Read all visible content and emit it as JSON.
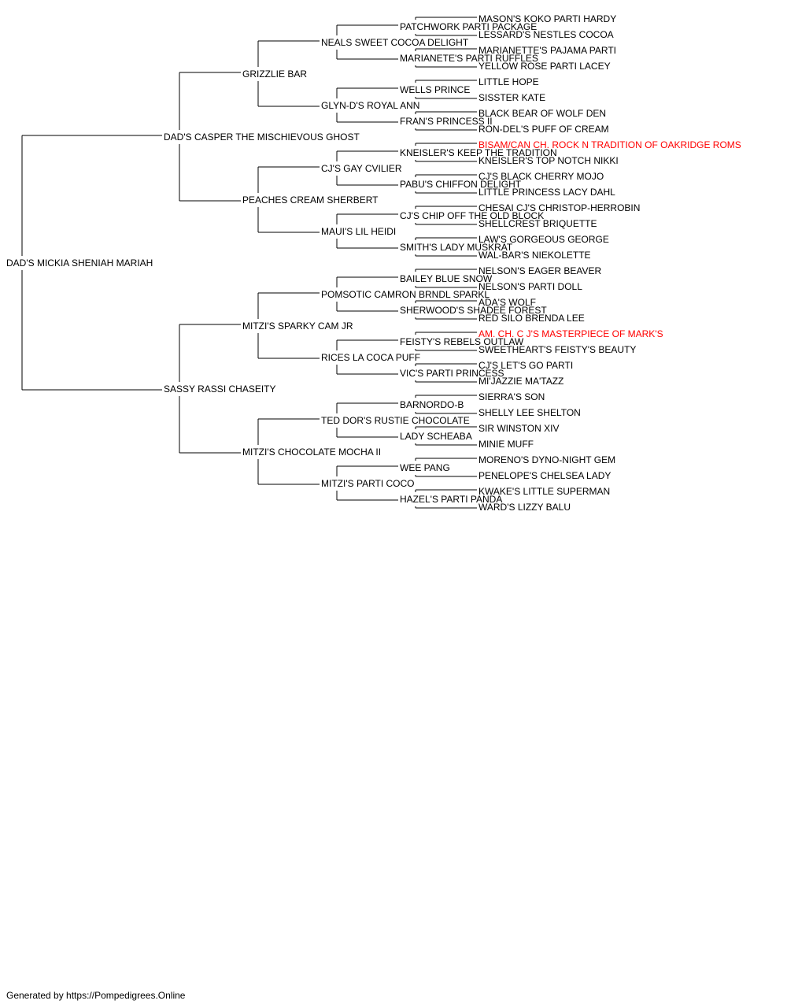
{
  "pedigree": {
    "name": "DAD'S MICKIA SHENIAH MARIAH",
    "sire": {
      "name": "DAD'S CASPER THE MISCHIEVOUS GHOST",
      "sire": {
        "name": "GRIZZLIE BAR",
        "sire": {
          "name": "NEALS SWEET COCOA DELIGHT",
          "sire": {
            "name": "PATCHWORK PARTI PACKAGE",
            "sire": {
              "name": "MASON'S KOKO PARTI HARDY"
            },
            "dam": {
              "name": "LESSARD'S NESTLES COCOA"
            }
          },
          "dam": {
            "name": "MARIANETE'S PARTI RUFFLES",
            "sire": {
              "name": "MARIANETTE'S PAJAMA PARTI"
            },
            "dam": {
              "name": "YELLOW ROSE PARTI LACEY"
            }
          }
        },
        "dam": {
          "name": "GLYN-D'S ROYAL ANN",
          "sire": {
            "name": "WELLS PRINCE",
            "sire": {
              "name": "LITTLE HOPE"
            },
            "dam": {
              "name": "SISSTER KATE"
            }
          },
          "dam": {
            "name": "FRAN'S PRINCESS II",
            "sire": {
              "name": "BLACK BEAR OF WOLF DEN"
            },
            "dam": {
              "name": "RON-DEL'S PUFF OF CREAM"
            }
          }
        }
      },
      "dam": {
        "name": "PEACHES CREAM SHERBERT",
        "sire": {
          "name": "CJ'S GAY CVILIER",
          "sire": {
            "name": "KNEISLER'S KEEP THE TRADITION",
            "sire": {
              "name": "BISAM/CAN CH. ROCK N TRADITION OF OAKRIDGE ROMS",
              "champion": true
            },
            "dam": {
              "name": "KNEISLER'S TOP NOTCH NIKKI"
            }
          },
          "dam": {
            "name": "PABU'S CHIFFON DELIGHT",
            "sire": {
              "name": "CJ'S BLACK CHERRY MOJO"
            },
            "dam": {
              "name": "LITTLE PRINCESS LACY DAHL"
            }
          }
        },
        "dam": {
          "name": "MAUI'S LIL HEIDI",
          "sire": {
            "name": "CJ'S CHIP OFF THE OLD BLOCK",
            "sire": {
              "name": "CHESAI CJ'S CHRISTOP-HERROBIN"
            },
            "dam": {
              "name": "SHELLCREST BRIQUETTE"
            }
          },
          "dam": {
            "name": "SMITH'S LADY MUSKRAT",
            "sire": {
              "name": "LAW'S GORGEOUS GEORGE"
            },
            "dam": {
              "name": "WAL-BAR'S NIEKOLETTE"
            }
          }
        }
      }
    },
    "dam": {
      "name": "SASSY RASSI CHASEITY",
      "sire": {
        "name": "MITZI'S SPARKY CAM JR",
        "sire": {
          "name": "POMSOTIC CAMRON BRNDL SPARKL",
          "sire": {
            "name": "BAILEY BLUE SNOW",
            "sire": {
              "name": "NELSON'S EAGER BEAVER"
            },
            "dam": {
              "name": "NELSON'S PARTI DOLL"
            }
          },
          "dam": {
            "name": "SHERWOOD'S SHADEE FOREST",
            "sire": {
              "name": "ADA'S WOLF"
            },
            "dam": {
              "name": "RED SILO BRENDA LEE"
            }
          }
        },
        "dam": {
          "name": "RICES LA COCA PUFF",
          "sire": {
            "name": "FEISTY'S REBELS OUTLAW",
            "sire": {
              "name": "AM. CH. C J'S MASTERPIECE OF MARK'S",
              "champion": true
            },
            "dam": {
              "name": "SWEETHEART'S FEISTY'S BEAUTY"
            }
          },
          "dam": {
            "name": "VIC'S PARTI PRINCESS",
            "sire": {
              "name": "CJ'S LET'S GO PARTI"
            },
            "dam": {
              "name": "MI'JAZZIE MA'TAZZ"
            }
          }
        }
      },
      "dam": {
        "name": "MITZI'S CHOCOLATE MOCHA II",
        "sire": {
          "name": "TED DOR'S RUSTIE CHOCOLATE",
          "sire": {
            "name": "BARNORDO-B",
            "sire": {
              "name": "SIERRA'S SON"
            },
            "dam": {
              "name": "SHELLY LEE SHELTON"
            }
          },
          "dam": {
            "name": "LADY SCHEABA",
            "sire": {
              "name": "SIR WINSTON XIV"
            },
            "dam": {
              "name": "MINIE MUFF"
            }
          }
        },
        "dam": {
          "name": "MITZI'S PARTI COCO",
          "sire": {
            "name": "WEE PANG",
            "sire": {
              "name": "MORENO'S DYNO-NIGHT GEM"
            },
            "dam": {
              "name": "PENELOPE'S CHELSEA LADY"
            }
          },
          "dam": {
            "name": "HAZEL'S PARTI PANDA",
            "sire": {
              "name": "KWAKE'S LITTLE SUPERMAN"
            },
            "dam": {
              "name": "WARD'S LIZZY BALU"
            }
          }
        }
      }
    }
  },
  "footer": {
    "text": "Generated by https://Pompedigrees.Online"
  },
  "colors": {
    "line": "#000000",
    "name": "#000000",
    "champion": "#ff0000"
  }
}
